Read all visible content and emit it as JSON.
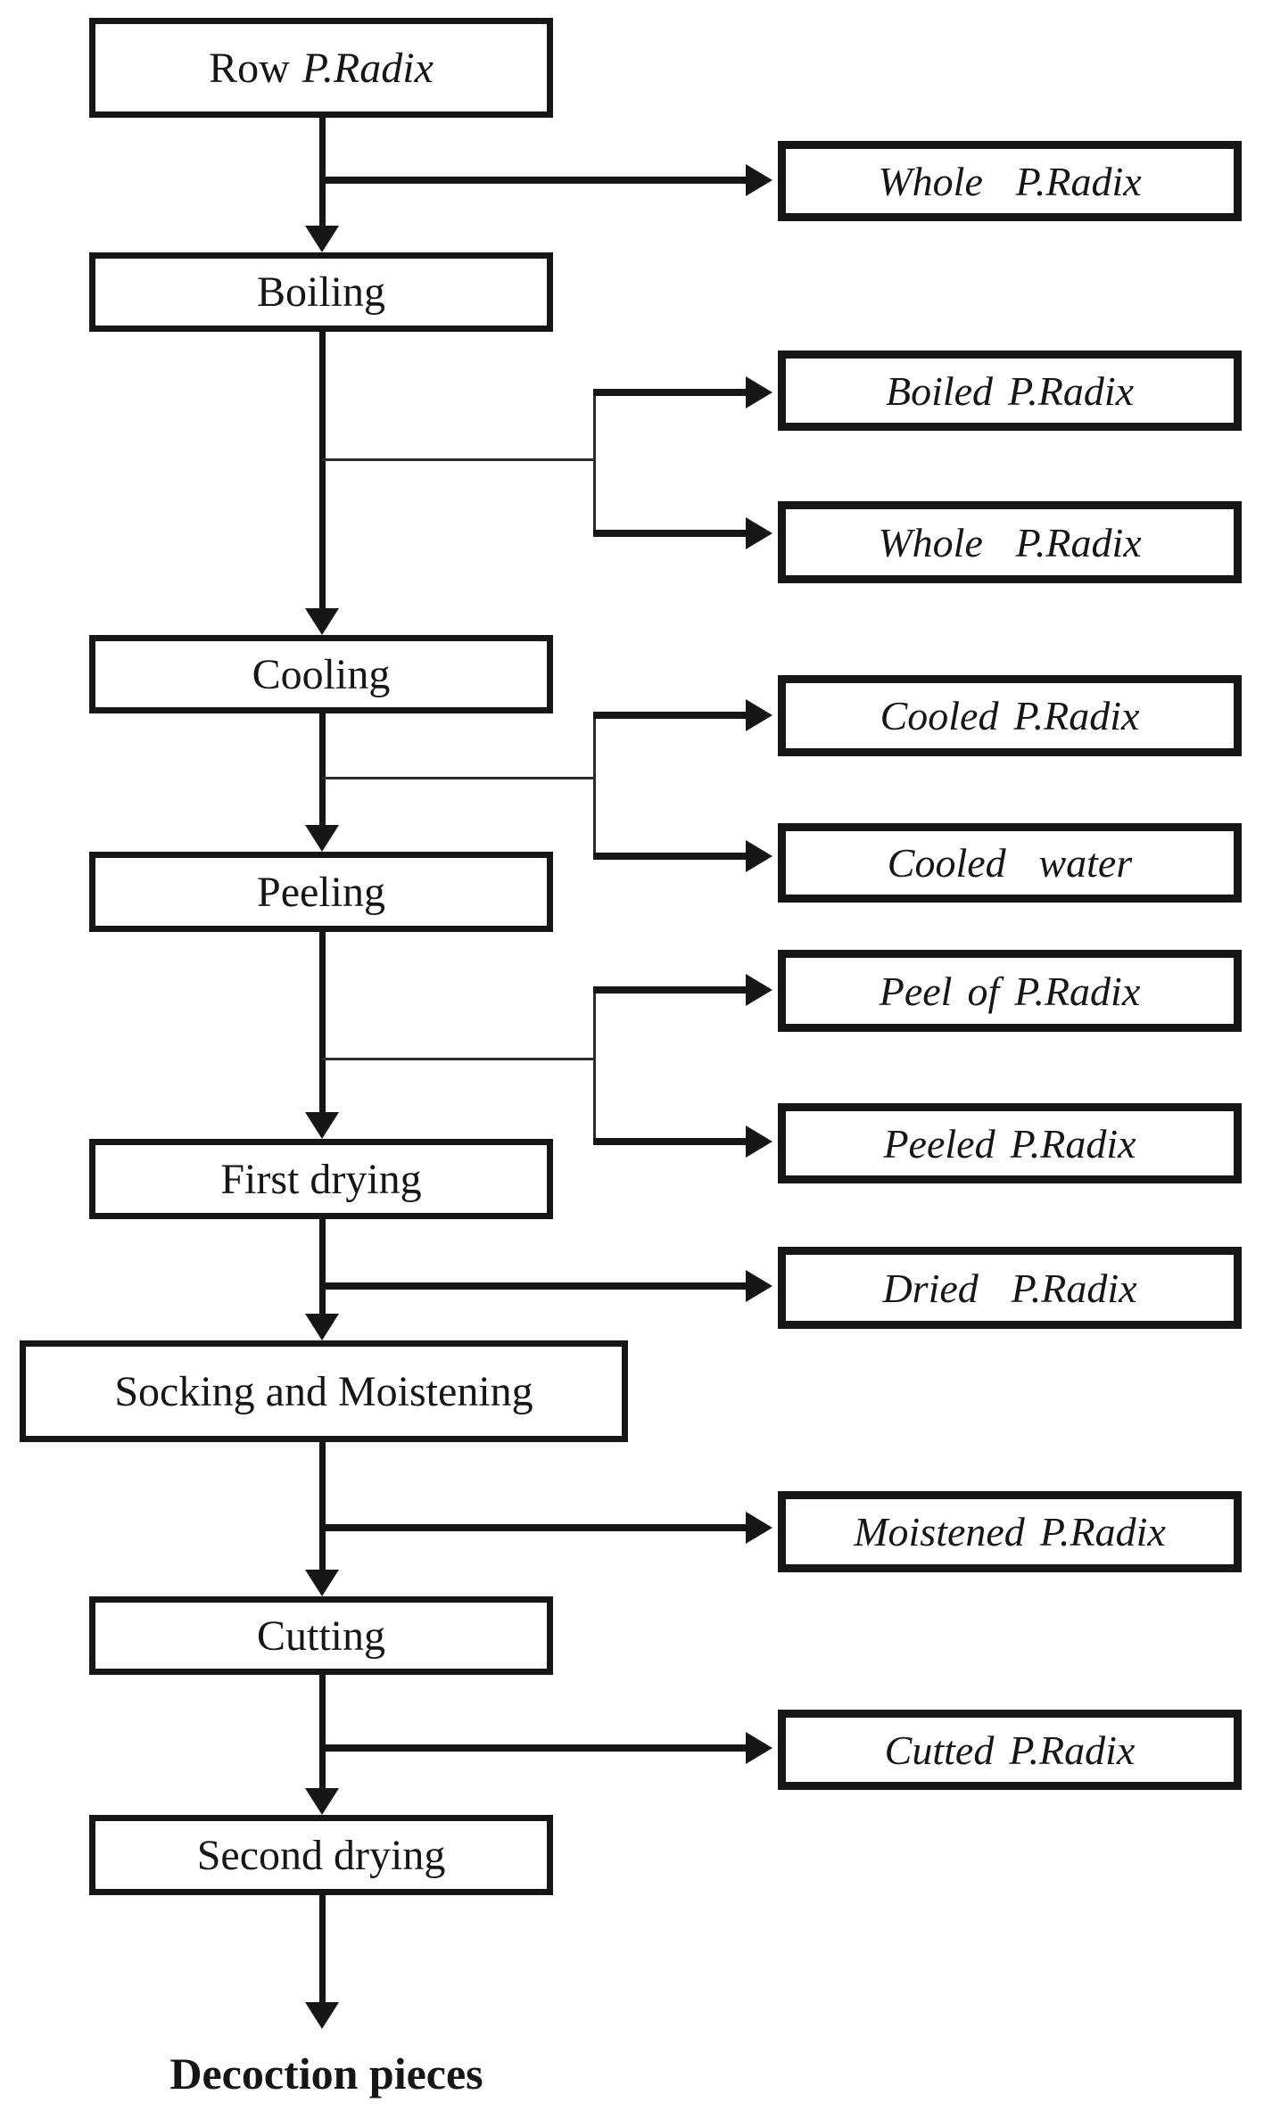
{
  "labels": {
    "row_prefix": "Row",
    "row_species": "P.Radix",
    "boiling": "Boiling",
    "cooling": "Cooling",
    "peeling": "Peeling",
    "first_drying": "First drying",
    "socking": "Socking and Moistening",
    "cutting": "Cutting",
    "second_drying": "Second drying",
    "terminal": "Decoction pieces"
  },
  "outputs": {
    "whole_1": "Whole P.Radix",
    "boiled": "Boiled P.Radix",
    "whole_2": "Whole P.Radix",
    "cooled_radix": "Cooled P.Radix",
    "cooled_water": "Cooled water",
    "peel_of": "Peel of P.Radix",
    "peeled": "Peeled P.Radix",
    "dried": "Dried P.Radix",
    "moistened": "Moistened P.Radix",
    "cutted": "Cutted P.Radix"
  },
  "flow": {
    "sequence": [
      "Row P.Radix",
      "Boiling",
      "Cooling",
      "Peeling",
      "First drying",
      "Socking and Moistening",
      "Cutting",
      "Second drying",
      "Decoction pieces"
    ],
    "byproducts": {
      "Row P.Radix": [
        "Whole P.Radix"
      ],
      "Boiling": [
        "Boiled P.Radix",
        "Whole P.Radix"
      ],
      "Cooling": [
        "Cooled P.Radix",
        "Cooled water"
      ],
      "Peeling": [
        "Peel of P.Radix",
        "Peeled P.Radix"
      ],
      "First drying": [
        "Dried P.Radix"
      ],
      "Socking and Moistening": [
        "Moistened P.Radix"
      ],
      "Cutting": [
        "Cutted P.Radix"
      ]
    }
  },
  "colors": {
    "line": "#161616",
    "background": "#ffffff",
    "box_background": "#ffffff"
  }
}
